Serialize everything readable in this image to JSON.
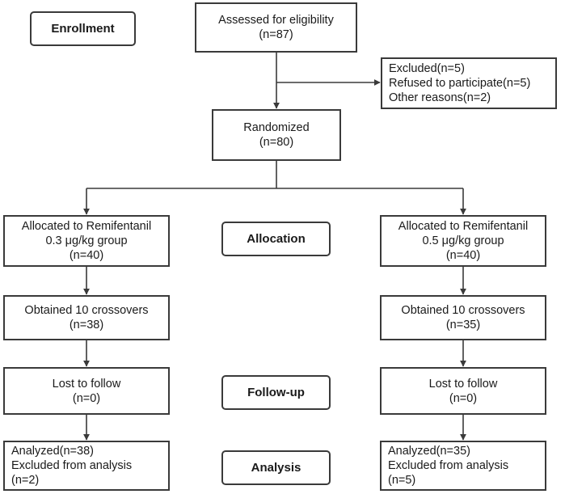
{
  "stages": {
    "enrollment": "Enrollment",
    "allocation": "Allocation",
    "follow_up": "Follow-up",
    "analysis": "Analysis"
  },
  "assessed": {
    "lines": [
      "Assessed for eligibility",
      "(n=87)"
    ]
  },
  "excluded": {
    "lines": [
      "Excluded(n=5)",
      "Refused to participate(n=5)",
      "Other reasons(n=2)"
    ]
  },
  "randomized": {
    "lines": [
      "Randomized",
      "(n=80)"
    ]
  },
  "left_arm": {
    "allocated": {
      "lines": [
        "Allocated to Remifentanil",
        "0.3 μg/kg group",
        "(n=40)"
      ]
    },
    "crossovers": {
      "lines": [
        "Obtained 10 crossovers",
        "(n=38)"
      ]
    },
    "lost": {
      "lines": [
        "Lost to follow",
        "(n=0)"
      ]
    },
    "analyzed": {
      "lines": [
        "Analyzed(n=38)",
        "Excluded from analysis",
        "(n=2)"
      ]
    }
  },
  "right_arm": {
    "allocated": {
      "lines": [
        "Allocated to Remifentanil",
        "0.5 μg/kg group",
        "(n=40)"
      ]
    },
    "crossovers": {
      "lines": [
        "Obtained 10 crossovers",
        "(n=35)"
      ]
    },
    "lost": {
      "lines": [
        "Lost to follow",
        "(n=0)"
      ]
    },
    "analyzed": {
      "lines": [
        "Analyzed(n=35)",
        "Excluded from analysis",
        "(n=5)"
      ]
    }
  }
}
